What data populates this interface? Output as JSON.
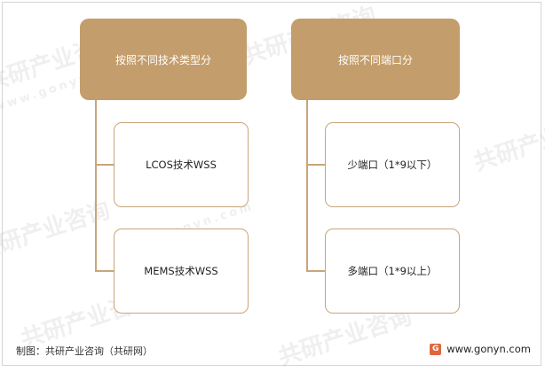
{
  "diagram": {
    "left_group": {
      "header": "按照不同技术类型分",
      "children": [
        "LCOS技术WSS",
        "MEMS技术WSS"
      ]
    },
    "right_group": {
      "header": "按照不同端口分",
      "children": [
        "少端口（1*9以下）",
        "多端口（1*9以上）"
      ]
    }
  },
  "footer": {
    "caption": "制图：共研产业咨询（共研网）",
    "website": "www.gonyn.com",
    "logo_glyph": "G"
  },
  "watermark": {
    "text": "共研产业咨询",
    "url": "www.gonyn.com"
  },
  "colors": {
    "header_fill": "#c39d6b",
    "border": "#c9a57a"
  }
}
